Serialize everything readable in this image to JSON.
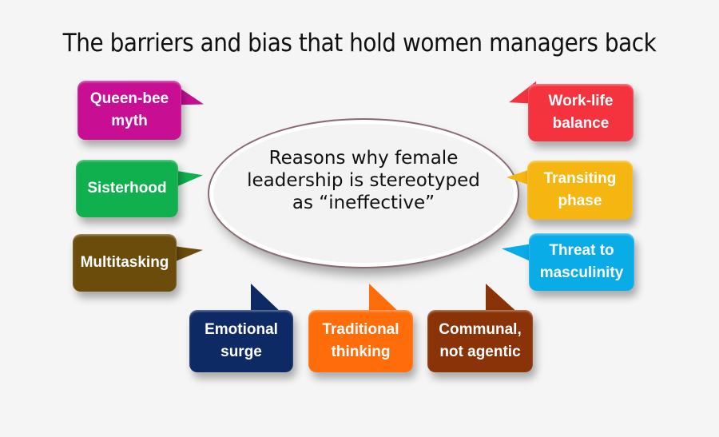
{
  "title": "The barriers and bias that hold women managers back",
  "center": {
    "line1": "Reasons why female",
    "line2": "leadership is stereotyped",
    "line3": "as “ineffective”"
  },
  "callouts": [
    {
      "id": "queen-bee",
      "line1": "Queen-bee",
      "line2": "myth",
      "color": "#c80f94"
    },
    {
      "id": "sisterhood",
      "line1": "Sisterhood",
      "line2": "",
      "color": "#10b04e"
    },
    {
      "id": "multitasking",
      "line1": "Multitasking",
      "line2": "",
      "color": "#6b4c0b"
    },
    {
      "id": "work-life",
      "line1": "Work-life",
      "line2": "balance",
      "color": "#f5333f"
    },
    {
      "id": "transiting",
      "line1": "Transiting",
      "line2": "phase",
      "color": "#f6b611"
    },
    {
      "id": "threat",
      "line1": "Threat to",
      "line2": "masculinity",
      "color": "#0aace8"
    },
    {
      "id": "emotional",
      "line1": "Emotional",
      "line2": "surge",
      "color": "#0e2a64"
    },
    {
      "id": "traditional",
      "line1": "Traditional",
      "line2": "thinking",
      "color": "#ff6d0a"
    },
    {
      "id": "communal",
      "line1": "Communal,",
      "line2": "not agentic",
      "color": "#8b3308"
    }
  ]
}
